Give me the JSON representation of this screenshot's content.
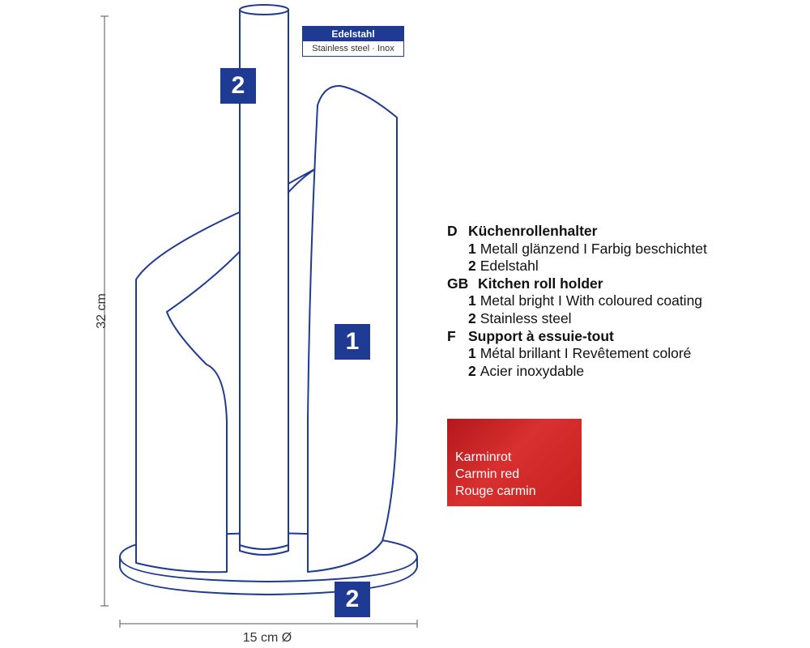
{
  "material_tag": {
    "title": "Edelstahl",
    "subtitle": "Stainless steel · Inox"
  },
  "badges": {
    "top": "2",
    "middle": "1",
    "bottom": "2"
  },
  "dimensions": {
    "height": "32 cm",
    "diameter": "15 cm Ø"
  },
  "legend": [
    {
      "code": "D",
      "title": "Küchenrollenhalter",
      "items": [
        {
          "num": "1",
          "text": "Metall glänzend I Farbig beschichtet"
        },
        {
          "num": "2",
          "text": "Edelstahl"
        }
      ]
    },
    {
      "code": "GB",
      "title": "Kitchen roll holder",
      "items": [
        {
          "num": "1",
          "text": "Metal bright I With coloured coating"
        },
        {
          "num": "2",
          "text": "Stainless steel"
        }
      ]
    },
    {
      "code": "F",
      "title": "Support à essuie-tout",
      "items": [
        {
          "num": "1",
          "text": "Métal brillant I Revêtement coloré"
        },
        {
          "num": "2",
          "text": "Acier inoxydable"
        }
      ]
    }
  ],
  "color_swatch": {
    "color": "#c8201f",
    "lines": [
      "Karminrot",
      "Carmin red",
      "Rouge carmin"
    ]
  },
  "colors": {
    "outline": "#1f3a93",
    "dimension_line": "#555555"
  }
}
